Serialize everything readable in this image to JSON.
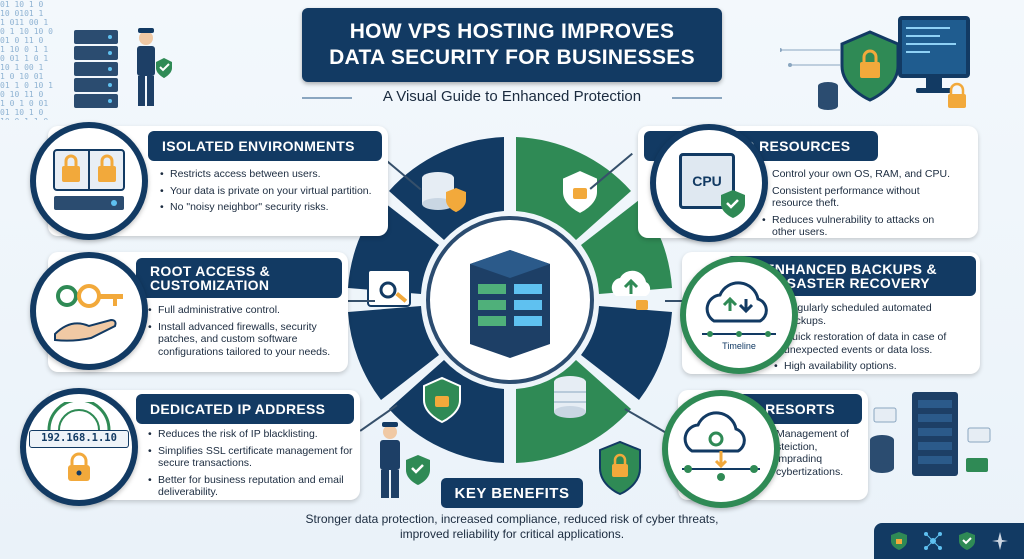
{
  "title": {
    "line1": "HOW VPS HOSTING IMPROVES",
    "line2": "DATA SECURITY FOR BUSINESSES"
  },
  "subtitle": "A Visual Guide to Enhanced Protection",
  "cards": {
    "isolated": {
      "heading": "ISOLATED ENVIRONMENTS",
      "bullets": [
        "Restricts access between users.",
        "Your data is private on your virtual partition.",
        "No \"noisy neighbor\" security risks."
      ]
    },
    "root": {
      "heading_line1": "ROOT ACCESS &",
      "heading_line2": "CUSTOMIZATION",
      "bullets": [
        "Full administrative control.",
        "Install advanced firewalls, security patches, and custom software configurations tailored to your needs."
      ]
    },
    "ip": {
      "heading": "DEDICATED IP ADDRESS",
      "ip_value": "192.168.1.10",
      "bullets": [
        "Reduces the risk of IP blacklisting.",
        "Simplifies SSL certificate management for secure transactions.",
        "Better for business reputation and email deliverability."
      ]
    },
    "resources": {
      "heading": "DEDICATED RESOURCES",
      "cpu_label": "CPU",
      "bullets": [
        "Control your own OS, RAM, and CPU.",
        "Consistent performance without resource theft.",
        "Reduces vulnerability to attacks on other users."
      ]
    },
    "backups": {
      "heading_line1": "ENHANCED BACKUPS &",
      "heading_line2": "DISASTER RECOVERY",
      "timeline_label": "Timeline",
      "bullets": [
        "Regularly scheduled automated backups.",
        "Quick restoration of data in case of unexpected events or data loss.",
        "High availability options."
      ]
    },
    "resorts": {
      "heading": "RESORTS",
      "bullets": [
        "Management of steiction, impradinq cybertizations."
      ]
    }
  },
  "key_benefits": {
    "heading": "KEY BENEFITS",
    "text": "Stronger data protection, increased compliance, reduced risk of cyber threats, improved reliability for critical applications."
  },
  "icons": {
    "primary": "#123a63",
    "green": "#2f8a55",
    "gold": "#f2a93b"
  }
}
